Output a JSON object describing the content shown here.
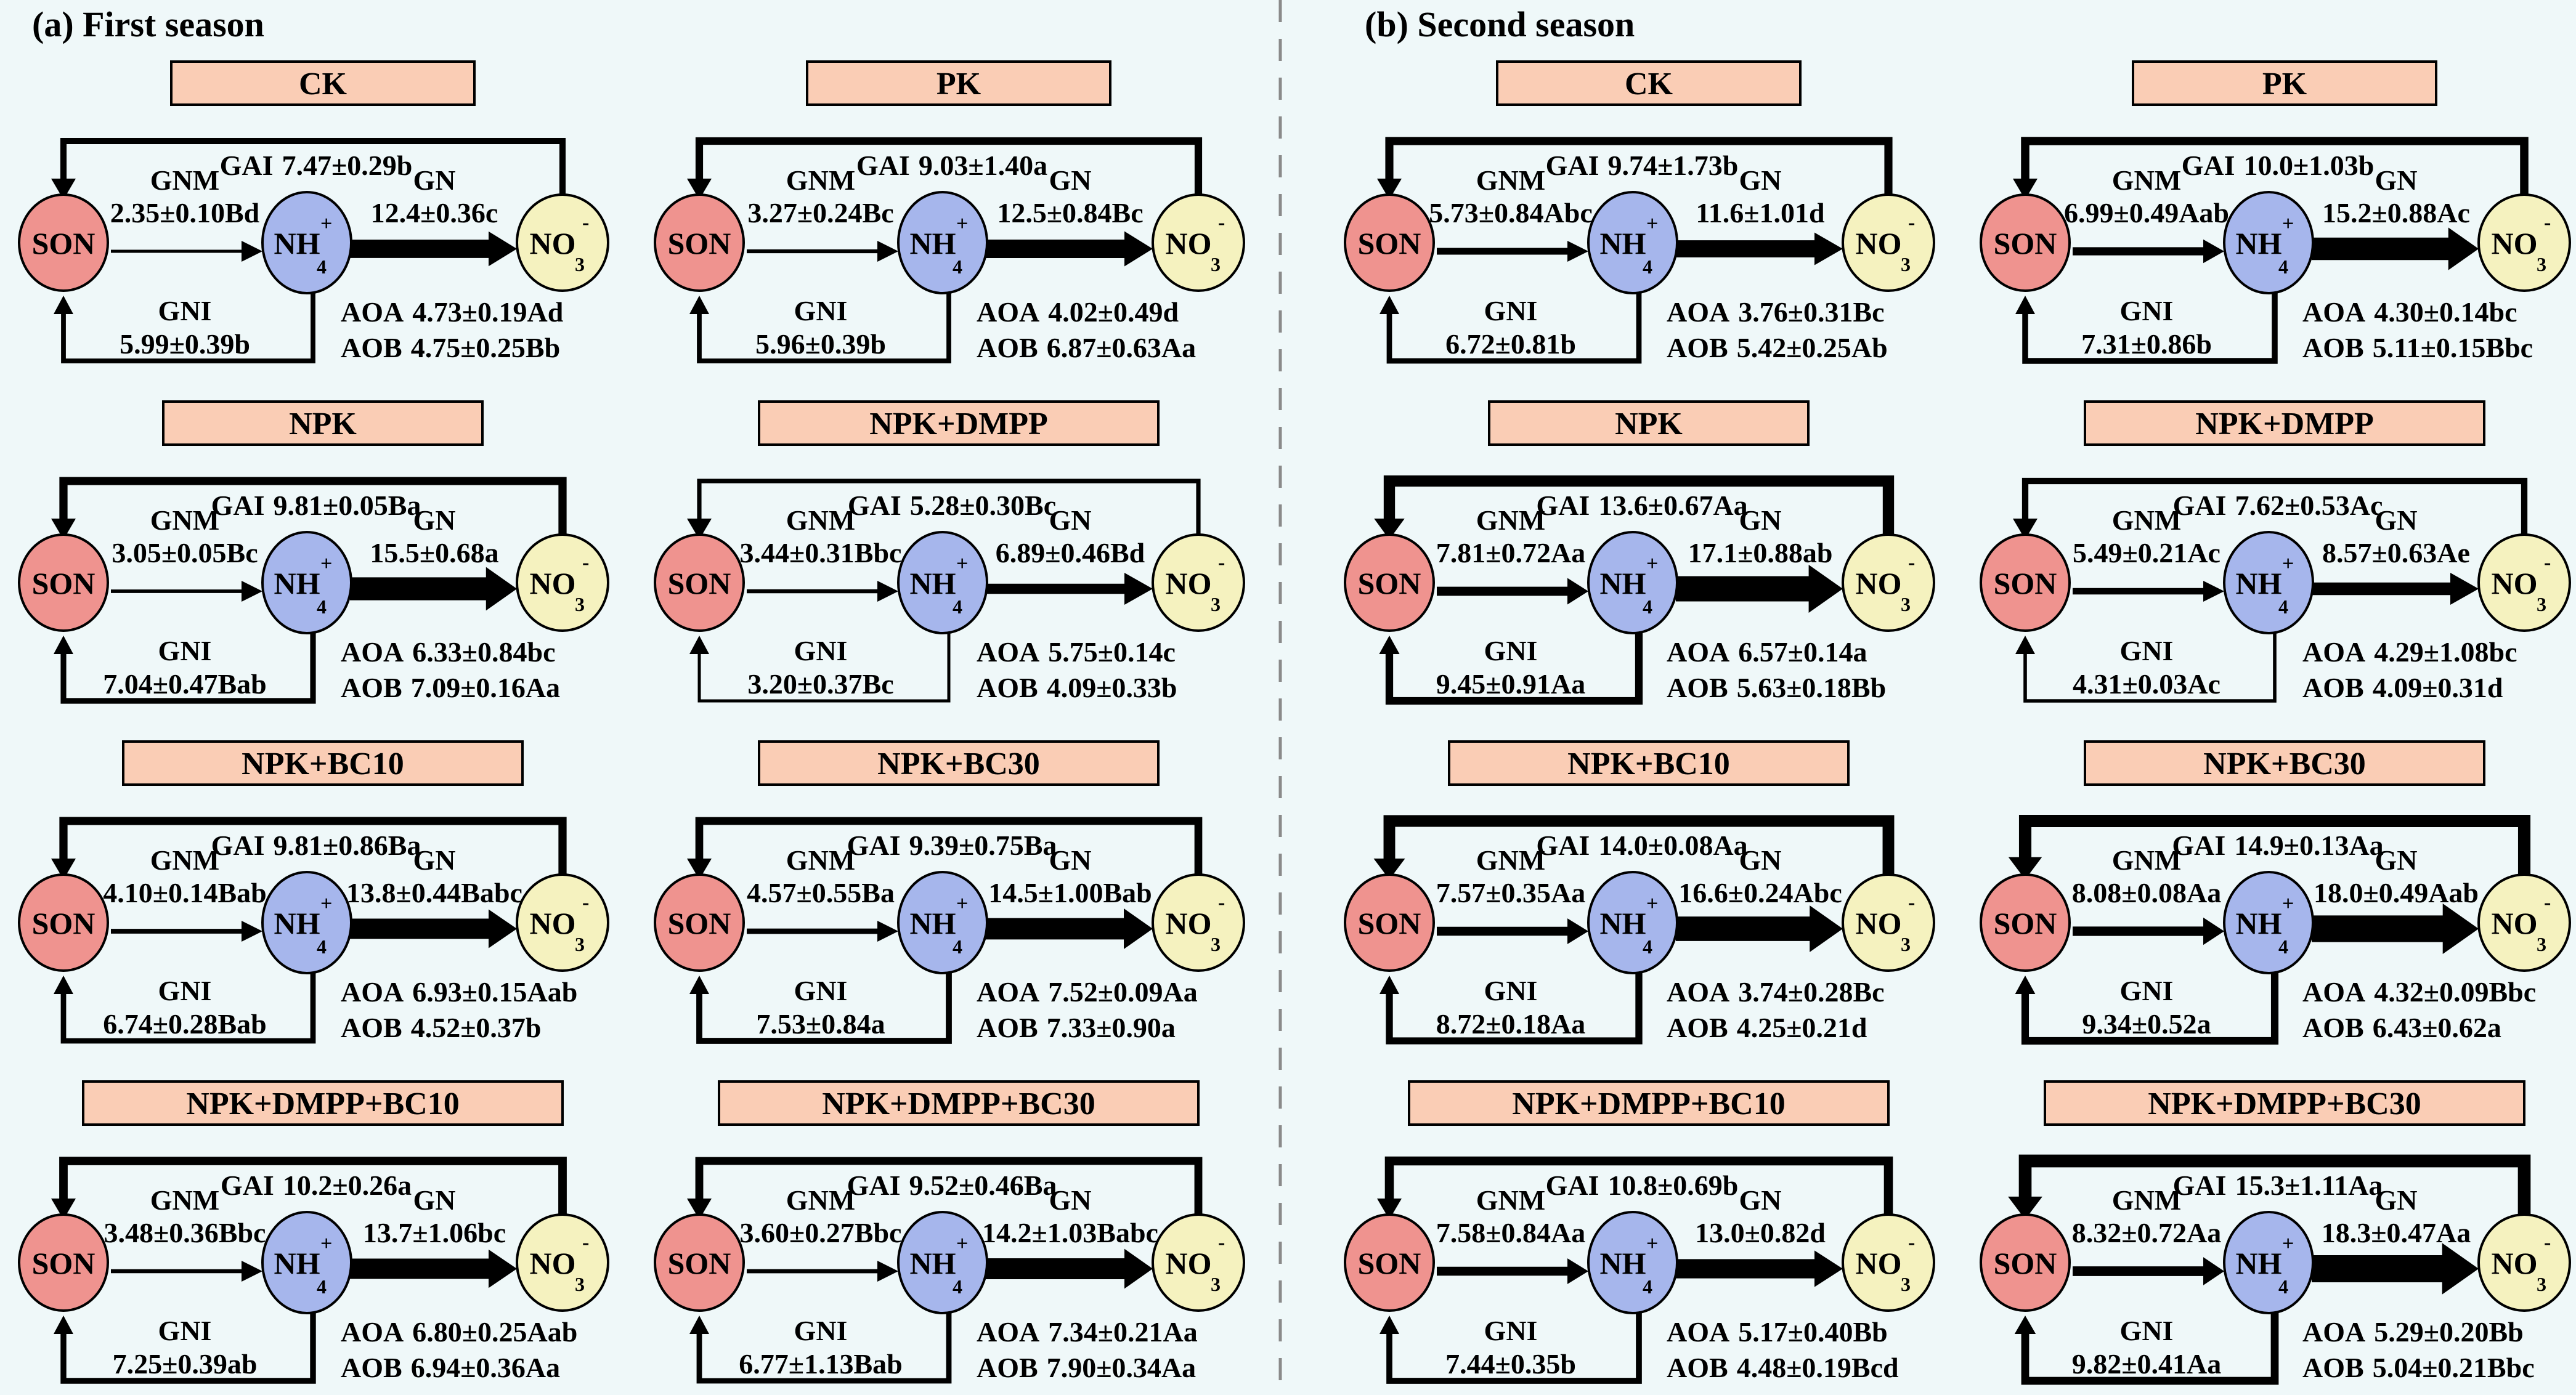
{
  "figure": {
    "season_a_label": "(a) First season",
    "season_b_label": "(b) Second season"
  },
  "nodes": {
    "son": "SON",
    "nh4_base": "NH",
    "nh4_sub": "4",
    "nh4_sup": "+",
    "no3_base": "NO",
    "no3_sub": "3",
    "no3_sup": "-"
  },
  "flux_labels": {
    "gai": "GAI",
    "gnm": "GNM",
    "gn": "GN",
    "gni": "GNI",
    "aoa": "AOA",
    "aob": "AOB"
  },
  "colors": {
    "background": "#EFF8F9",
    "treatment_box": "#FACDB5",
    "son_node": "#EF938F",
    "nh4_node": "#A6B6EC",
    "no3_node": "#F5F2BF",
    "arrow": "#000000",
    "divider": "#8A8A8A"
  },
  "panels": [
    {
      "season": "a",
      "treatment": "CK",
      "gai": "7.47±0.29b",
      "gnm": "2.35±0.10Bd",
      "gn": "12.4±0.36c",
      "gni": "5.99±0.39b",
      "aoa": "4.73±0.19Ad",
      "aob": "4.75±0.25Bb"
    },
    {
      "season": "a",
      "treatment": "PK",
      "gai": "9.03±1.40a",
      "gnm": "3.27±0.24Bc",
      "gn": "12.5±0.84Bc",
      "gni": "5.96±0.39b",
      "aoa": "4.02±0.49d",
      "aob": "6.87±0.63Aa"
    },
    {
      "season": "a",
      "treatment": "NPK",
      "gai": "9.81±0.05Ba",
      "gnm": "3.05±0.05Bc",
      "gn": "15.5±0.68a",
      "gni": "7.04±0.47Bab",
      "aoa": "6.33±0.84bc",
      "aob": "7.09±0.16Aa"
    },
    {
      "season": "a",
      "treatment": "NPK+DMPP",
      "gai": "5.28±0.30Bc",
      "gnm": "3.44±0.31Bbc",
      "gn": "6.89±0.46Bd",
      "gni": "3.20±0.37Bc",
      "aoa": "5.75±0.14c",
      "aob": "4.09±0.33b"
    },
    {
      "season": "a",
      "treatment": "NPK+BC10",
      "gai": "9.81±0.86Ba",
      "gnm": "4.10±0.14Bab",
      "gn": "13.8±0.44Babc",
      "gni": "6.74±0.28Bab",
      "aoa": "6.93±0.15Aab",
      "aob": "4.52±0.37b"
    },
    {
      "season": "a",
      "treatment": "NPK+BC30",
      "gai": "9.39±0.75Ba",
      "gnm": "4.57±0.55Ba",
      "gn": "14.5±1.00Bab",
      "gni": "7.53±0.84a",
      "aoa": "7.52±0.09Aa",
      "aob": "7.33±0.90a"
    },
    {
      "season": "a",
      "treatment": "NPK+DMPP+BC10",
      "gai": "10.2±0.26a",
      "gnm": "3.48±0.36Bbc",
      "gn": "13.7±1.06bc",
      "gni": "7.25±0.39ab",
      "aoa": "6.80±0.25Aab",
      "aob": "6.94±0.36Aa"
    },
    {
      "season": "a",
      "treatment": "NPK+DMPP+BC30",
      "gai": "9.52±0.46Ba",
      "gnm": "3.60±0.27Bbc",
      "gn": "14.2±1.03Babc",
      "gni": "6.77±1.13Bab",
      "aoa": "7.34±0.21Aa",
      "aob": "7.90±0.34Aa"
    },
    {
      "season": "b",
      "treatment": "CK",
      "gai": "9.74±1.73b",
      "gnm": "5.73±0.84Abc",
      "gn": "11.6±1.01d",
      "gni": "6.72±0.81b",
      "aoa": "3.76±0.31Bc",
      "aob": "5.42±0.25Ab"
    },
    {
      "season": "b",
      "treatment": "PK",
      "gai": "10.0±1.03b",
      "gnm": "6.99±0.49Aab",
      "gn": "15.2±0.88Ac",
      "gni": "7.31±0.86b",
      "aoa": "4.30±0.14bc",
      "aob": "5.11±0.15Bbc"
    },
    {
      "season": "b",
      "treatment": "NPK",
      "gai": "13.6±0.67Aa",
      "gnm": "7.81±0.72Aa",
      "gn": "17.1±0.88ab",
      "gni": "9.45±0.91Aa",
      "aoa": "6.57±0.14a",
      "aob": "5.63±0.18Bb"
    },
    {
      "season": "b",
      "treatment": "NPK+DMPP",
      "gai": "7.62±0.53Ac",
      "gnm": "5.49±0.21Ac",
      "gn": "8.57±0.63Ae",
      "gni": "4.31±0.03Ac",
      "aoa": "4.29±1.08bc",
      "aob": "4.09±0.31d"
    },
    {
      "season": "b",
      "treatment": "NPK+BC10",
      "gai": "14.0±0.08Aa",
      "gnm": "7.57±0.35Aa",
      "gn": "16.6±0.24Abc",
      "gni": "8.72±0.18Aa",
      "aoa": "3.74±0.28Bc",
      "aob": "4.25±0.21d"
    },
    {
      "season": "b",
      "treatment": "NPK+BC30",
      "gai": "14.9±0.13Aa",
      "gnm": "8.08±0.08Aa",
      "gn": "18.0±0.49Aab",
      "gni": "9.34±0.52a",
      "aoa": "4.32±0.09Bbc",
      "aob": "6.43±0.62a"
    },
    {
      "season": "b",
      "treatment": "NPK+DMPP+BC10",
      "gai": "10.8±0.69b",
      "gnm": "7.58±0.84Aa",
      "gn": "13.0±0.82d",
      "gni": "7.44±0.35b",
      "aoa": "5.17±0.40Bb",
      "aob": "4.48±0.19Bcd"
    },
    {
      "season": "b",
      "treatment": "NPK+DMPP+BC30",
      "gai": "15.3±1.11Aa",
      "gnm": "8.32±0.72Aa",
      "gn": "18.3±0.47Aa",
      "gni": "9.82±0.41Aa",
      "aoa": "5.29±0.20Bb",
      "aob": "5.04±0.21Bbc"
    }
  ]
}
